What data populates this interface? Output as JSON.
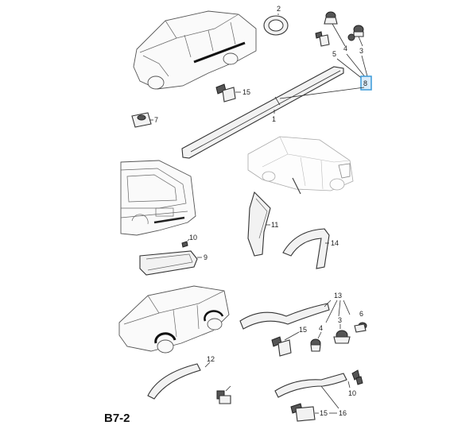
{
  "diagram": {
    "code": "B7-2",
    "highlight_color": "#3a9ad9",
    "labels": {
      "l1": "1",
      "l2": "2",
      "l3a": "3",
      "l3b": "3",
      "l4a": "4",
      "l4b": "4",
      "l5": "5",
      "l6": "6",
      "l7": "7",
      "l8": "8",
      "l9": "9",
      "l10a": "10",
      "l10b": "10",
      "l11": "11",
      "l12": "12",
      "l13": "13",
      "l14": "14",
      "l15a": "15",
      "l15b": "15",
      "l15c": "15",
      "l16": "16"
    }
  }
}
